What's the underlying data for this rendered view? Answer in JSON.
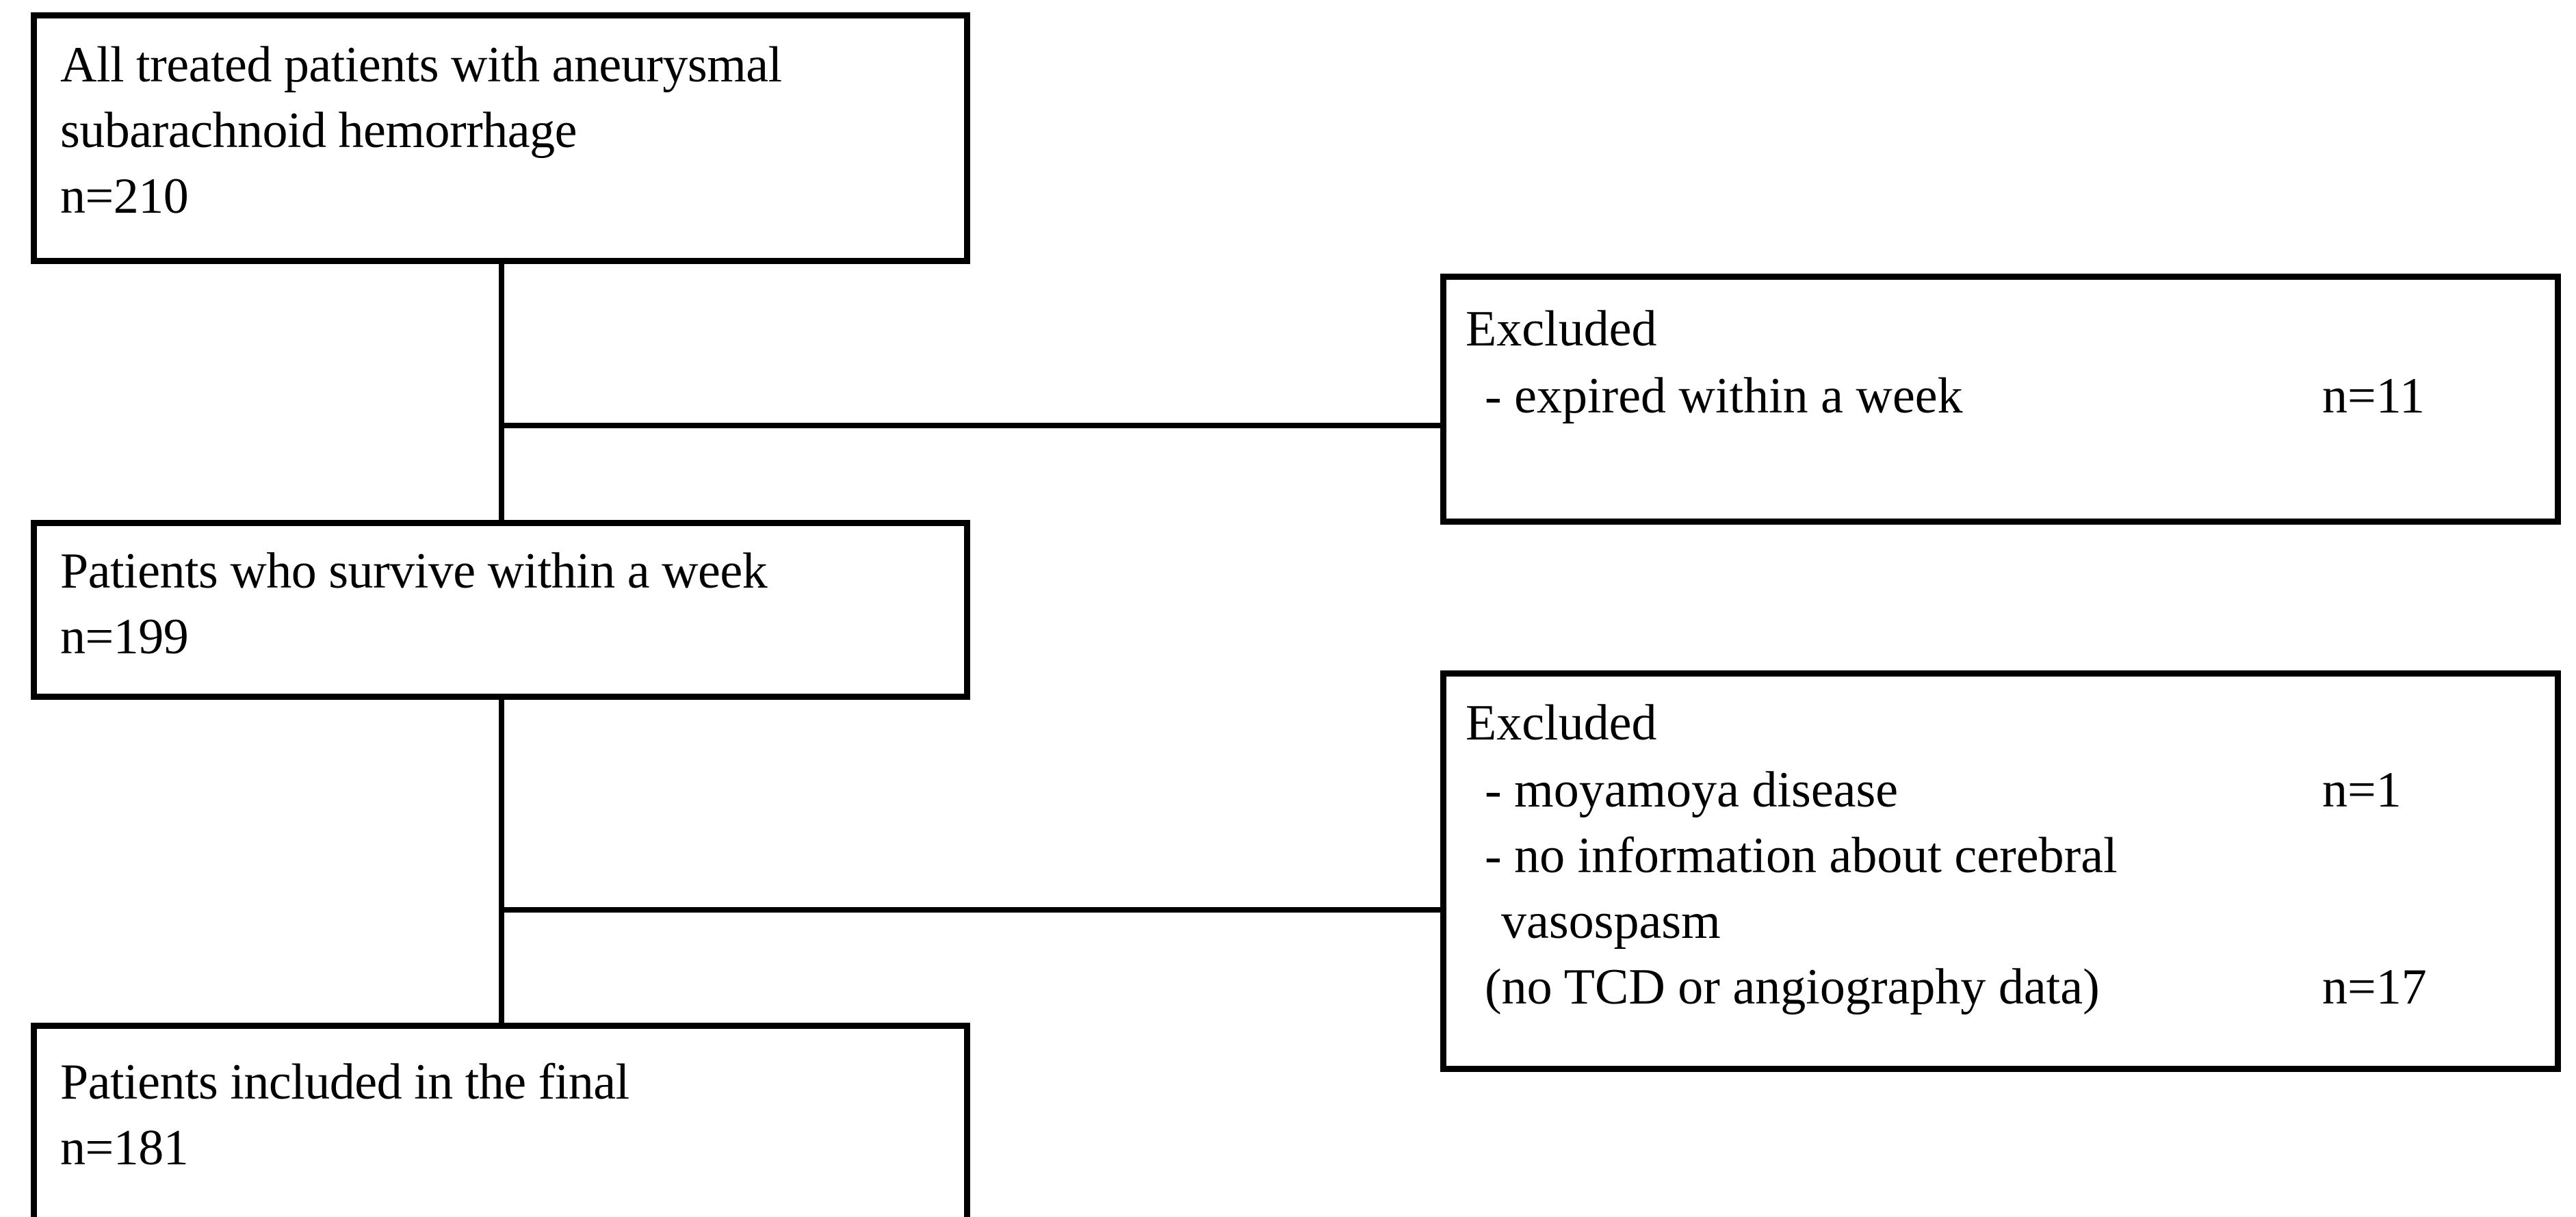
{
  "figure": {
    "type": "patient-flow-diagram",
    "colors": {
      "line": "#000000",
      "box_border": "#000000",
      "background": "#ffffff",
      "text": "#000000"
    }
  },
  "boxes": {
    "enrolled": {
      "line1": "All treated patients with aneurysmal",
      "line2": "subarachnoid hemorrhage",
      "line3": "n=210"
    },
    "survivors": {
      "line1": "Patients who survive within a week",
      "line2": "n=199"
    },
    "included": {
      "line1": "Patients included in the final",
      "line2": "n=181"
    }
  },
  "exclusions": [
    {
      "title": "Excluded",
      "items": [
        {
          "bullet": "-",
          "reason": "expired within a week",
          "count": "n=11"
        }
      ]
    },
    {
      "title": "Excluded",
      "items": [
        {
          "bullet": "-",
          "reason": "moyamoya disease",
          "count": "n=1"
        },
        {
          "bullet": "-",
          "reason": "no information about cerebral",
          "continuation": "vasospasm",
          "detail": "(no TCD or angiography data)",
          "count": "n=17"
        }
      ]
    }
  ],
  "connectors": [
    {
      "name": "enrolled-to-survivors",
      "orientation": "vertical"
    },
    {
      "name": "enrolled-to-excluded-1",
      "orientation": "horizontal"
    },
    {
      "name": "survivors-to-included",
      "orientation": "vertical"
    },
    {
      "name": "survivors-to-excluded-2",
      "orientation": "horizontal"
    }
  ]
}
